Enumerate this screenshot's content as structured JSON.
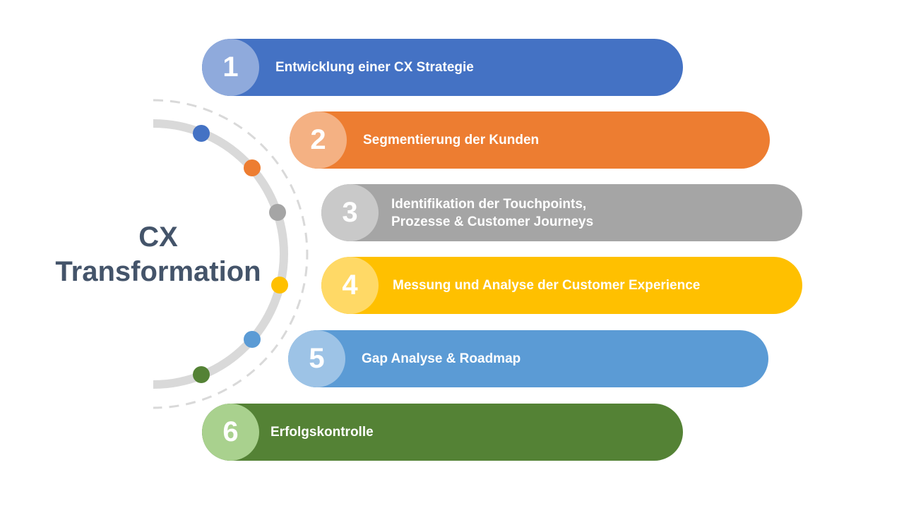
{
  "title": {
    "line1": "CX",
    "line2": "Transformation"
  },
  "colors": {
    "title": "#44546a",
    "arc": "#d9d9d9",
    "dashed_arc": "#d9d9d9"
  },
  "steps": [
    {
      "number": "1",
      "lines": [
        "Entwicklung einer CX Strategie"
      ],
      "color": "#4472c4",
      "badge_color": "#8faadc"
    },
    {
      "number": "2",
      "lines": [
        "Segmentierung der Kunden"
      ],
      "color": "#ed7d31",
      "badge_color": "#f4b183"
    },
    {
      "number": "3",
      "lines": [
        "Identifikation der Touchpoints,",
        "Prozesse & Customer Journeys"
      ],
      "color": "#a5a5a5",
      "badge_color": "#c9c9c9"
    },
    {
      "number": "4",
      "lines": [
        "Messung und Analyse der Customer Experience"
      ],
      "color": "#ffc000",
      "badge_color": "#ffd966"
    },
    {
      "number": "5",
      "lines": [
        "Gap Analyse & Roadmap"
      ],
      "color": "#5b9bd5",
      "badge_color": "#9dc3e6"
    },
    {
      "number": "6",
      "lines": [
        "Erfolgskontrolle"
      ],
      "color": "#548235",
      "badge_color": "#a9d18e"
    }
  ]
}
